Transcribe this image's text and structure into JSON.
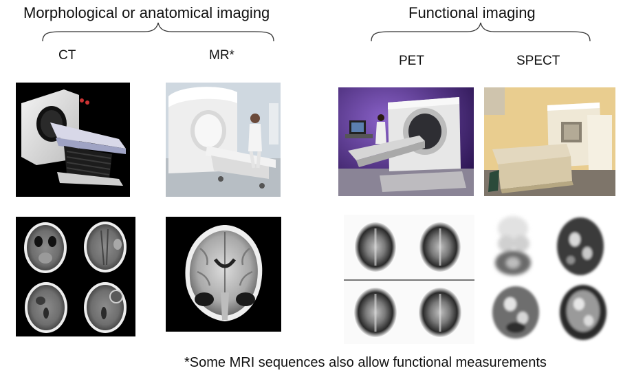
{
  "headings": {
    "morphological": "Morphological or anatomical imaging",
    "functional": "Functional imaging"
  },
  "modalities": {
    "ct": "CT",
    "mr": "MR*",
    "pet": "PET",
    "spect": "SPECT"
  },
  "footnote": "*Some MRI sequences also allow functional measurements",
  "colors": {
    "text": "#111111",
    "brace": "#333333",
    "ct_background": "#000000",
    "pet_backdrop": "#4b2a86",
    "spect_backdrop": "#e8c98a"
  },
  "images": [
    {
      "id": "ct-scanner-photo",
      "icon": "ct-scanner"
    },
    {
      "id": "mri-scanner-photo",
      "icon": "mri-scanner"
    },
    {
      "id": "pet-scanner-photo",
      "icon": "pet-scanner"
    },
    {
      "id": "spect-scanner-photo",
      "icon": "spect-scanner"
    },
    {
      "id": "ct-axial-slices",
      "icon": "brain-ct-scans"
    },
    {
      "id": "mri-coronal-slice",
      "icon": "brain-mri-scan"
    },
    {
      "id": "pet-brain-slices",
      "icon": "brain-pet-scans"
    },
    {
      "id": "spect-brain-slices",
      "icon": "brain-spect-scans"
    }
  ]
}
